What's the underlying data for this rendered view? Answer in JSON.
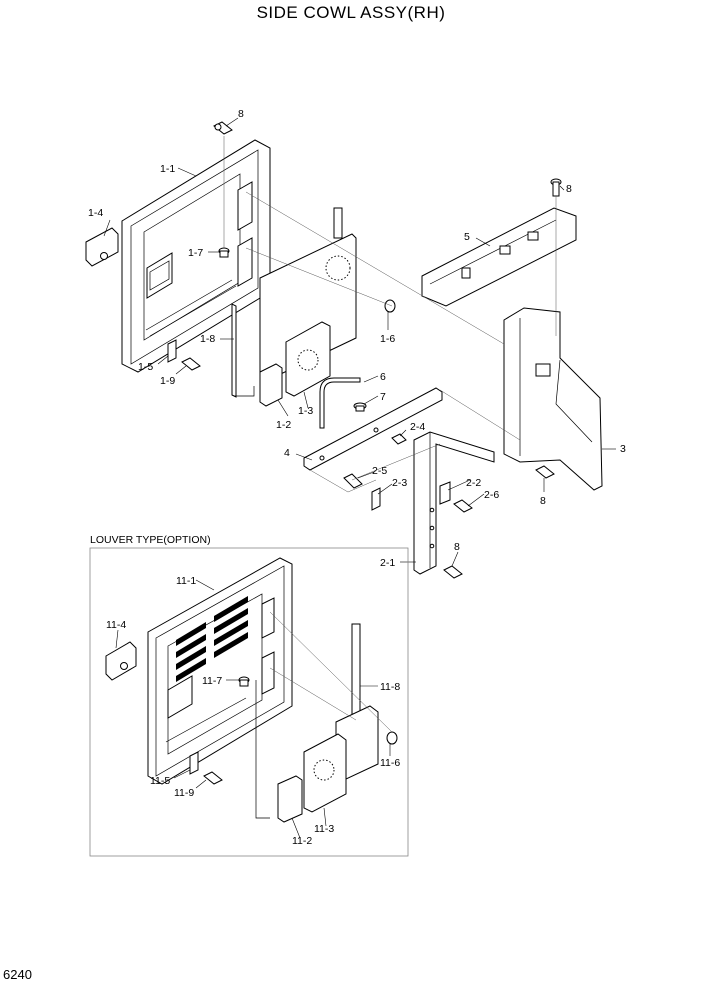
{
  "title": "SIDE COWL ASSY(RH)",
  "page_number": "6240",
  "option_section": {
    "label": "LOUVER TYPE(OPTION)"
  },
  "callouts": {
    "8a": "8",
    "1_1": "1-1",
    "1_4": "1-4",
    "1_7": "1-7",
    "1_8": "1-8",
    "1_5": "1-5",
    "1_9": "1-9",
    "1_2": "1-2",
    "1_3": "1-3",
    "1_6": "1-6",
    "6": "6",
    "7": "7",
    "4": "4",
    "2_4": "2-4",
    "2_5": "2-5",
    "2_3": "2-3",
    "2_2": "2-2",
    "2_6": "2-6",
    "2_1": "2-1",
    "8b": "8",
    "5": "5",
    "8c": "8",
    "3": "3",
    "8d": "8",
    "11_1": "11-1",
    "11_4": "11-4",
    "11_7": "11-7",
    "11_8": "11-8",
    "11_5": "11-5",
    "11_9": "11-9",
    "11_6": "11-6",
    "11_3": "11-3",
    "11_2": "11-2"
  }
}
